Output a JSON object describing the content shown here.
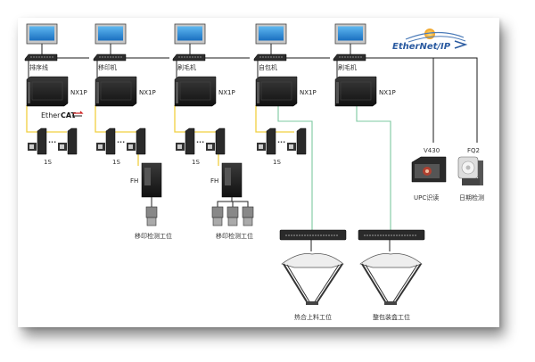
{
  "network": {
    "ethernet_ip_logo": "EtherNet/IP",
    "ethercat_logo_prefix": "Ether",
    "ethercat_logo_suffix": "CAT",
    "colors": {
      "ethernet_line": "#1a1a1a",
      "ethercat_line": "#f0d040",
      "robot_line": "#7cc8a0",
      "hmi_screen": "#2a8fd8"
    }
  },
  "stations": [
    {
      "machine_label": "排序线",
      "controller": "NX1P",
      "servo_label": "1S"
    },
    {
      "machine_label": "移印机",
      "controller": "NX1P",
      "servo_label": "1S",
      "vision": {
        "label": "FH",
        "station": "移印检测工位"
      }
    },
    {
      "machine_label": "刷毛机",
      "controller": "NX1P",
      "servo_label": "1S",
      "vision": {
        "label": "FH",
        "station": "移印检测工位"
      }
    },
    {
      "machine_label": "自包机",
      "controller": "NX1P",
      "servo_label": "1S"
    },
    {
      "machine_label": "刷毛机",
      "controller": "NX1P"
    }
  ],
  "robots": [
    {
      "station": "热合上料工位"
    },
    {
      "station": "整包装盒工位"
    }
  ],
  "sensors": [
    {
      "model": "V430",
      "function": "UPC识读"
    },
    {
      "model": "FQ2",
      "function": "日期检测"
    }
  ],
  "servo_ellipsis": "..."
}
